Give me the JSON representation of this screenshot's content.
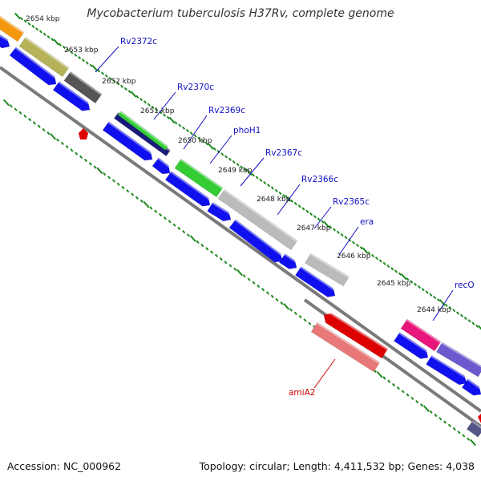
{
  "title": "Mycobacterium tuberculosis H37Rv, complete genome",
  "footer": {
    "accession": "Accession: NC_000962",
    "summary": "Topology: circular; Length: 4,411,532 bp; Genes: 4,038"
  },
  "colors": {
    "forward_label": "#1010c0",
    "reverse_label": "#cc0000",
    "backbone": "#7a7a7a",
    "tick": "#1e8a1e"
  },
  "kbp_labels": [
    "2654 kbp",
    "2653 kbp",
    "2652 kbp",
    "2651 kbp",
    "2650 kbp",
    "2649 kbp",
    "2648 kbp",
    "2647 kbp",
    "2646 kbp",
    "2645 kbp",
    "2644 kbp"
  ],
  "gene_labels": {
    "forward": [
      "Rv2372c",
      "Rv2370c",
      "Rv2369c",
      "phoH1",
      "Rv2367c",
      "Rv2366c",
      "Rv2365c",
      "era",
      "recO"
    ],
    "reverse": [
      "amiA2"
    ]
  },
  "feature_colors": [
    "#f5980f",
    "#b5b25a",
    "#555555",
    "#1a1a7a",
    "#33cc33",
    "#bbbbbb",
    "#bbbbbb",
    "#e8157a",
    "#6a5acd",
    "#dd0000",
    "#e87878",
    "#1010ee"
  ]
}
